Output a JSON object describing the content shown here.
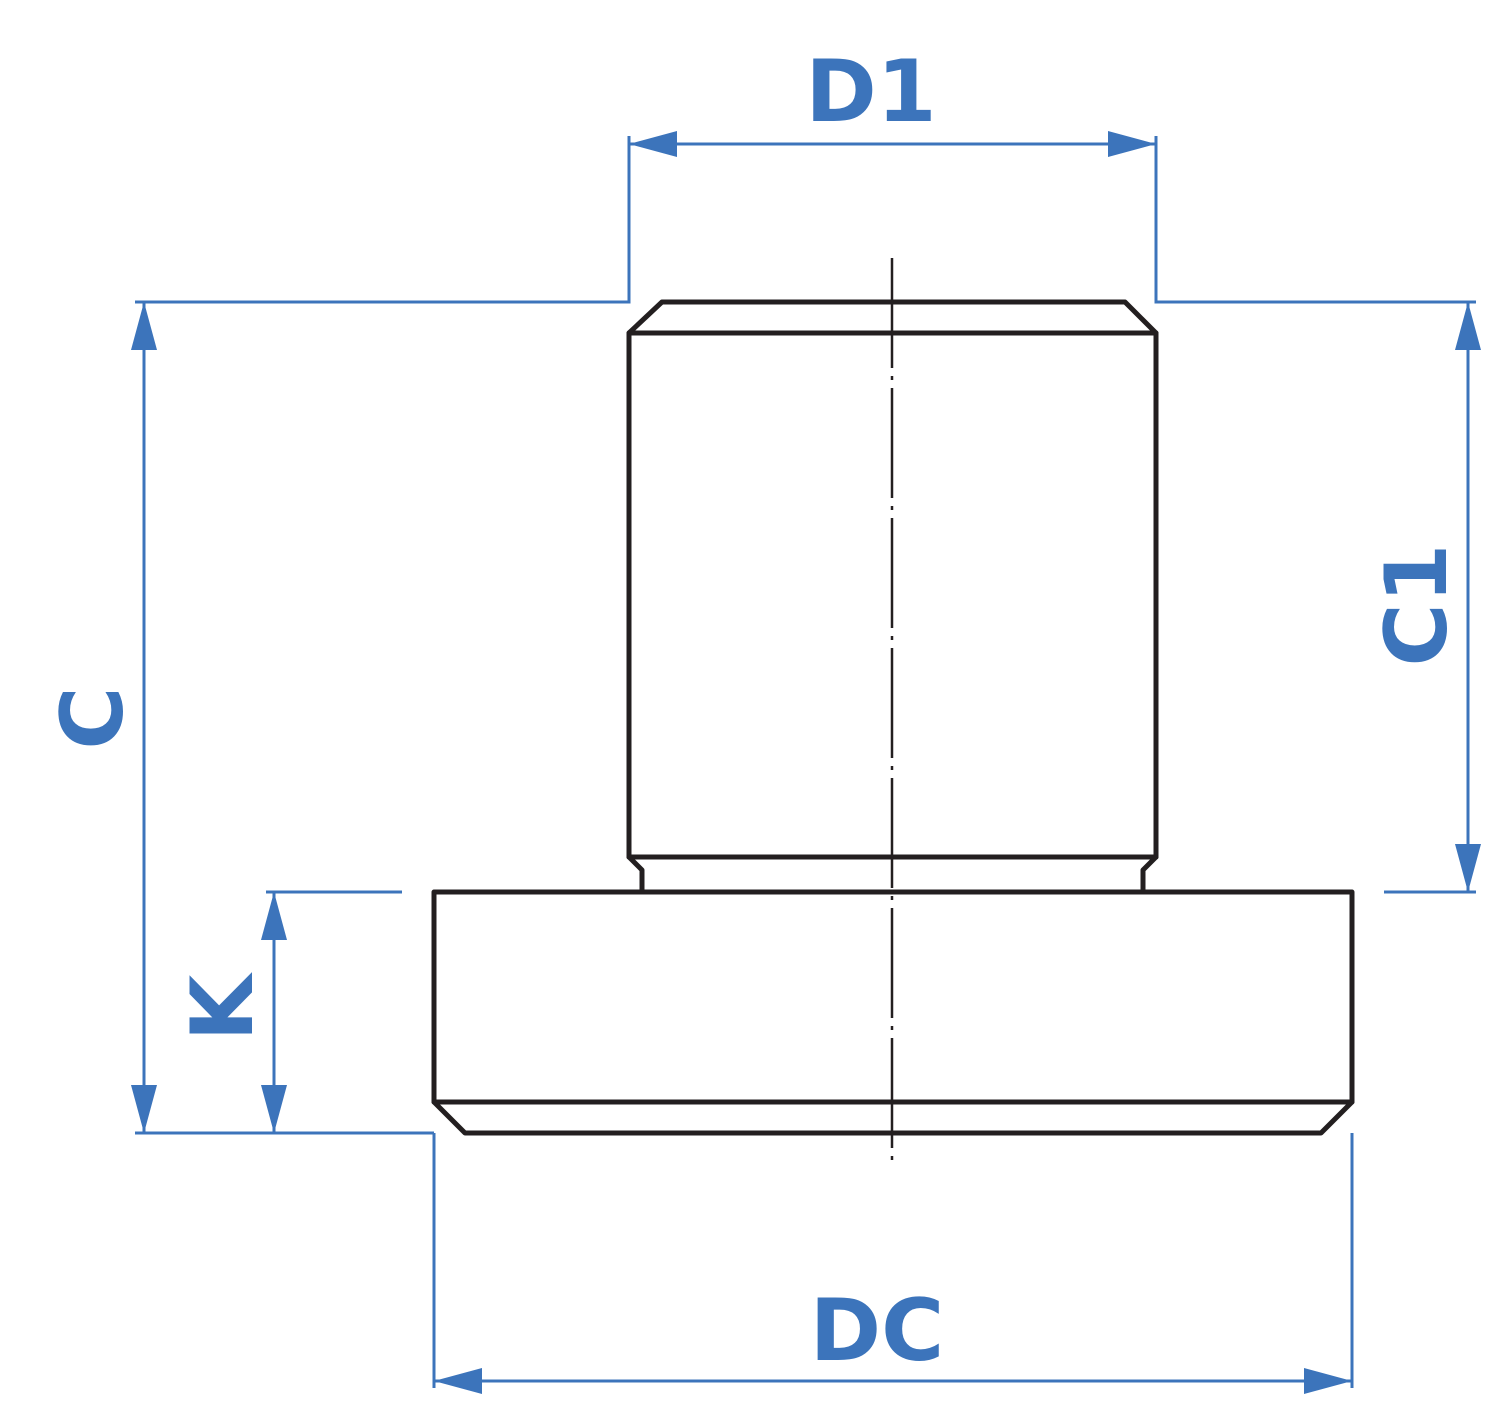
{
  "labels": {
    "d1": "D1",
    "c": "C",
    "c1": "C1",
    "k": "K",
    "dc": "DC"
  },
  "colors": {
    "dimension": "#3c74bb",
    "outline": "#231f20",
    "background": "#ffffff"
  }
}
